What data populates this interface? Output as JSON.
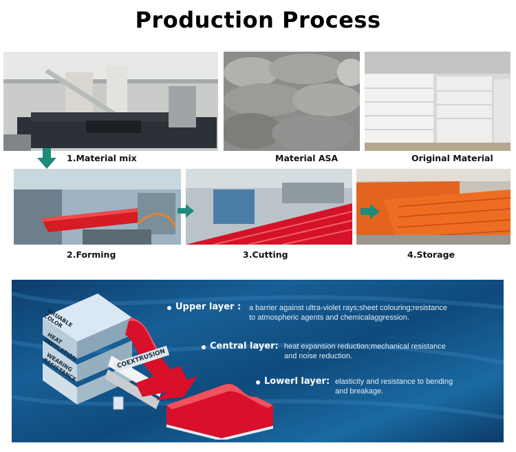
{
  "title": "Production Process",
  "steps": [
    {
      "caption": "1.Material mix"
    },
    {
      "caption": "Material ASA"
    },
    {
      "caption": "Original Material"
    },
    {
      "caption": "2.Forming"
    },
    {
      "caption": "3.Cutting"
    },
    {
      "caption": "4.Storage"
    }
  ],
  "diagram": {
    "stack_labels": [
      "DRUABLE COLOR",
      "HEAT INSULATION",
      "WEARING RESISTANCE"
    ],
    "coextrusion": "COEXTRUSION",
    "layers": [
      {
        "name": "Upper layer :",
        "description": "a barrier against ultra-violet rays;sheet colouring;resistance\nto atmospheric agents and chemicalaggression."
      },
      {
        "name": "Central layer:",
        "description": "heat expansion reduction;mechanical resistance\nand noise reduction."
      },
      {
        "name": "Lowerl layer:",
        "description": "elasticity and resistance to bending\nand breakage."
      }
    ]
  },
  "colors": {
    "tile_red": "#d8102a",
    "panel_blue": "#175f96",
    "arrow_teal": "#1f8a7a"
  }
}
